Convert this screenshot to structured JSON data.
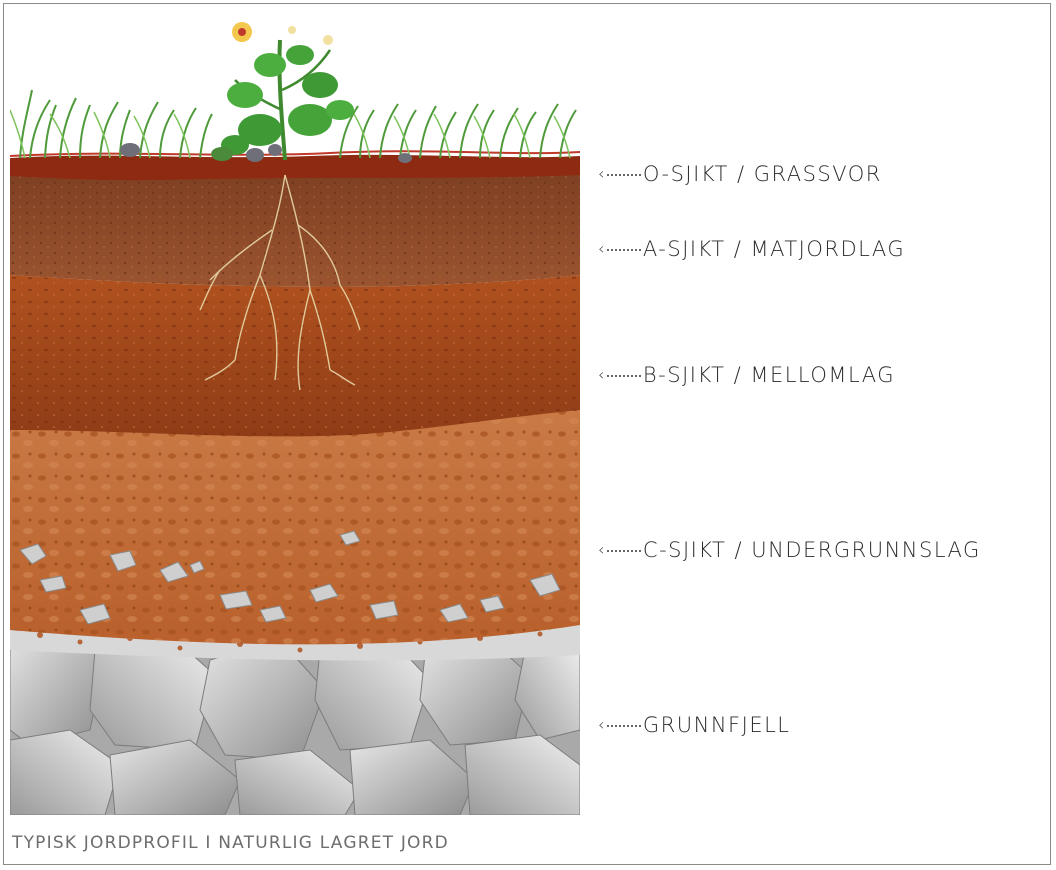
{
  "labels": {
    "o": "O-SJIKT / GRASSVOR",
    "a": "A-SJIKT / MATJORDLAG",
    "b": "B-SJIKT / MELLOMLAG",
    "c": "C-SJIKT / UNDERGRUNNSLAG",
    "r": "GRUNNFJELL"
  },
  "caption": "TYPISK JORDPROFIL I NATURLIG LAGRET JORD",
  "colors": {
    "o_layer": "#8e2a12",
    "a_layer": "#8e4a28",
    "b_layer": "#a84a22",
    "c_layer": "#c26a35",
    "bedrock": "#bdbdbd",
    "grass": "#4f9a3a",
    "label_text": "#2b2b2b",
    "caption_text": "#6d6d6d"
  }
}
